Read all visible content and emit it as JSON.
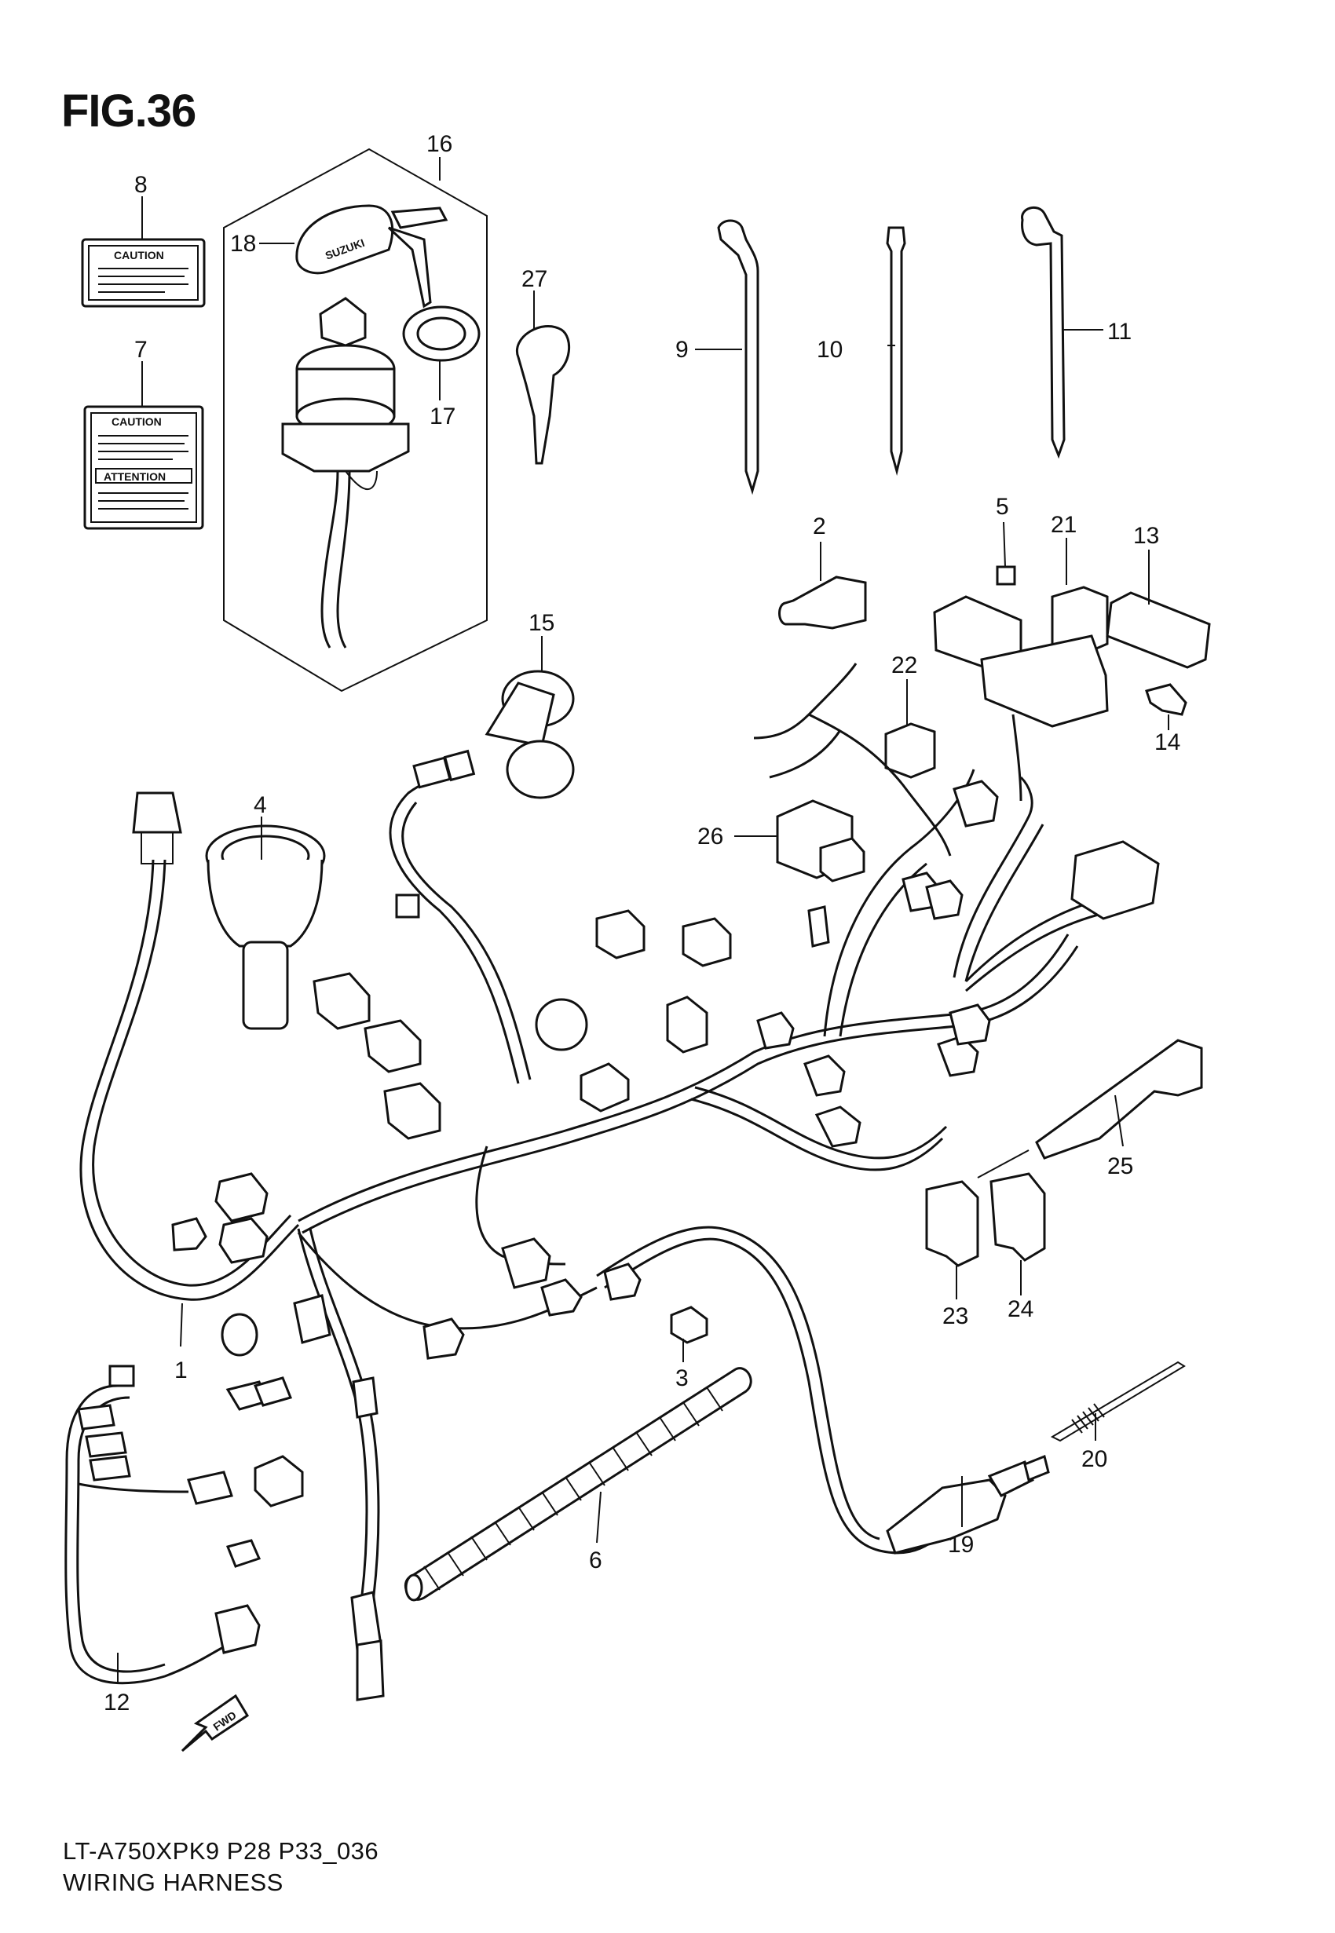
{
  "figure": {
    "title": "FIG.36",
    "model_code": "LT-A750XPK9 P28 P33_036",
    "caption": "WIRING HARNESS"
  },
  "labels": {
    "caution_8": "CAUTION",
    "caution_7": "CAUTION",
    "attention_7": "ATTENTION",
    "key_brand": "SUZUKI",
    "fwd": "FWD"
  },
  "callouts": [
    "1",
    "2",
    "3",
    "4",
    "5",
    "6",
    "7",
    "8",
    "9",
    "10",
    "11",
    "12",
    "13",
    "14",
    "15",
    "16",
    "17",
    "18",
    "19",
    "20",
    "21",
    "22",
    "23",
    "24",
    "25",
    "26",
    "27"
  ]
}
